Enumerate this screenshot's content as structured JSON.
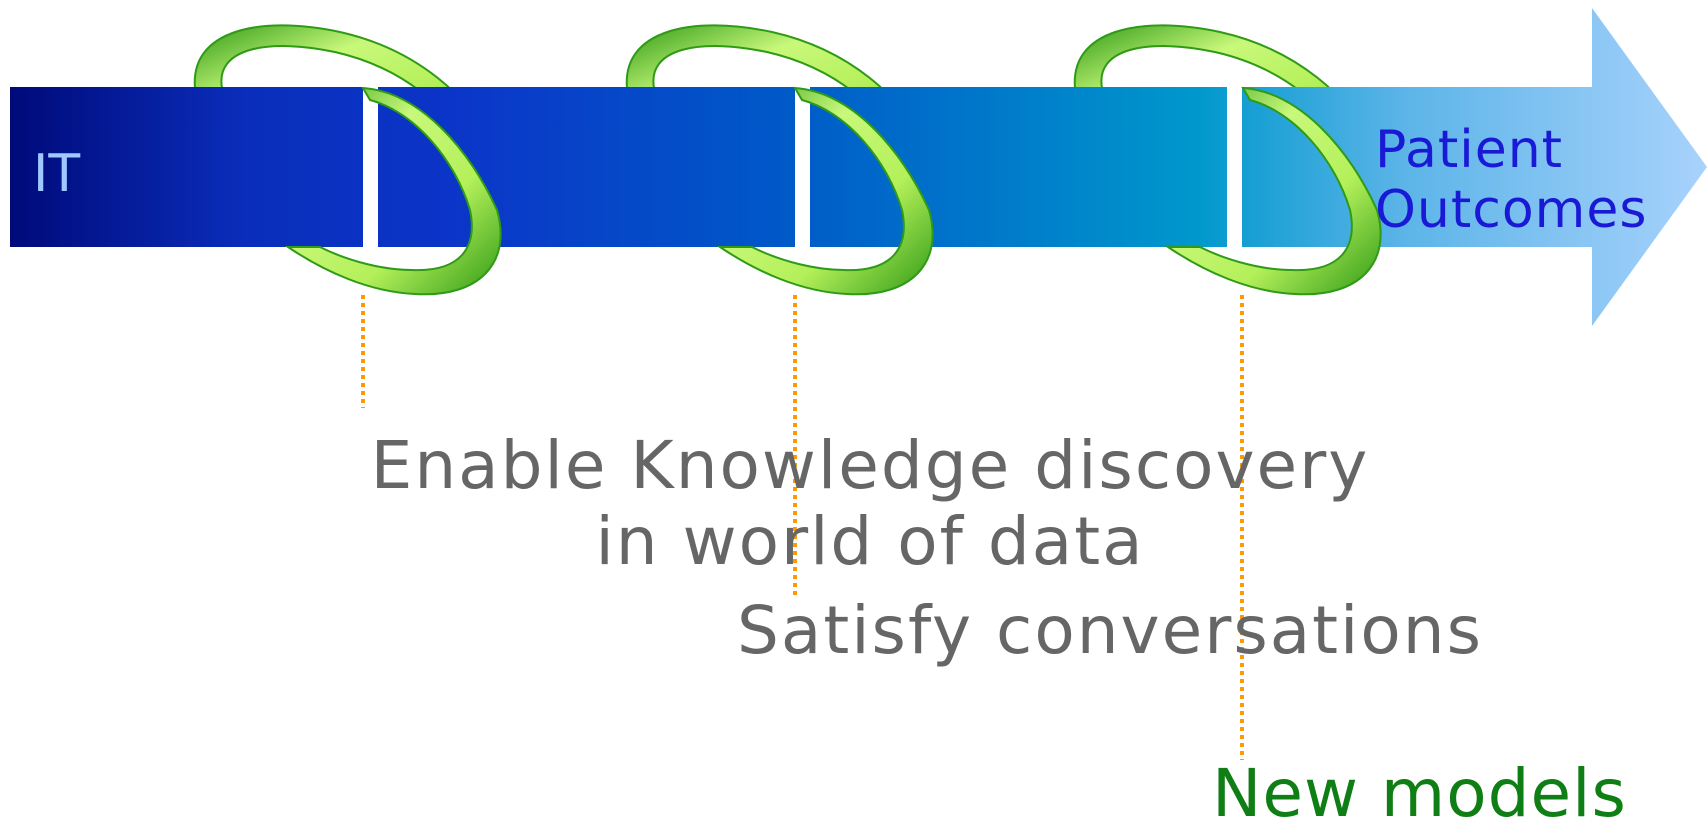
{
  "arrow": {
    "start_label": "IT",
    "end_label_lines": [
      "Patient",
      "Outcomes"
    ]
  },
  "callouts": {
    "enable_lines": [
      "Enable Knowledge discovery",
      "in world of data"
    ],
    "satisfy": "Satisfy conversations",
    "new_models": "New models"
  },
  "colors": {
    "arrow_gradient": [
      "#000a7a",
      "#0b35c8",
      "#0050c8",
      "#0096c8",
      "#96c8f8"
    ],
    "ring_light": "#c8f87a",
    "ring_dark": "#2f9a16",
    "leader_line": "#ff9900",
    "callout_text": "#666666",
    "new_models_text": "#0f7e14",
    "start_label": "#9ec8ff",
    "end_label": "#1a1ad6"
  }
}
